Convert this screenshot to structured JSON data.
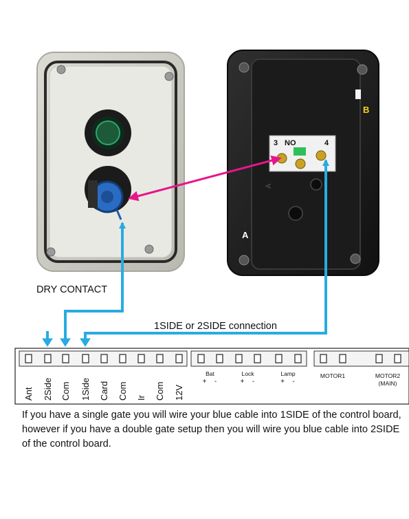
{
  "labels": {
    "dry_contact": "DRY CONTACT",
    "connection": "1SIDE or 2SIDE connection",
    "switch_no": "NO",
    "switch_3": "3",
    "switch_4": "4",
    "marker_a": "A",
    "marker_b": "B",
    "base_a": "A"
  },
  "terminals": {
    "main": [
      "Ant",
      "2Side",
      "Com",
      "1Side",
      "Card",
      "Com",
      "Ir",
      "Com",
      "12V"
    ],
    "aux_groups": [
      {
        "name": "Bat",
        "plus": "+",
        "minus": "-"
      },
      {
        "name": "Lock",
        "plus": "+",
        "minus": "-"
      },
      {
        "name": "Lamp",
        "plus": "+",
        "minus": "-"
      }
    ],
    "motor1": "MOTOR1",
    "motor2": "MOTOR2",
    "motor2_sub": "(MAIN)"
  },
  "caption": "If you have a single gate you will wire your blue cable into 1SIDE of the control board, however if you have a double gate setup then you will wire you blue cable into 2SIDE of the control board.",
  "colors": {
    "wire_blue": "#29abe2",
    "arrow_magenta": "#e6168a",
    "marker_yellow": "#f2d21b"
  }
}
